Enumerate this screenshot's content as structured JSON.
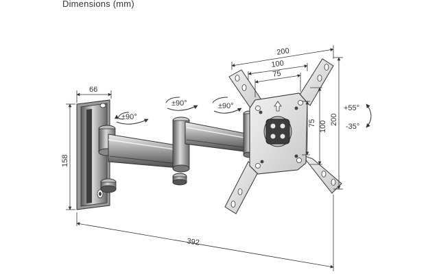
{
  "title": "Dimensions (mm)",
  "dimensions": {
    "bracket_width": "66",
    "bracket_height": "158",
    "total_extension": "392",
    "plate_w_max": "200",
    "plate_w_mid": "100",
    "plate_w_min": "75",
    "plate_h_max": "200",
    "plate_h_mid": "100",
    "plate_h_min": "75"
  },
  "rotations": {
    "joint1": "±90°",
    "joint2": "±90°",
    "joint3": "±90°",
    "tilt_up": "+55°",
    "tilt_down": "-35°"
  },
  "colors": {
    "line": "#333333",
    "metal_dark": "#4a4a4a",
    "metal_mid": "#8c8c8c",
    "metal_light": "#d6d6d6",
    "plate": "#e4e4e4"
  },
  "icons": [
    "rotation-arrow-icon",
    "tilt-arrow-icon",
    "up-arrow-icon"
  ]
}
